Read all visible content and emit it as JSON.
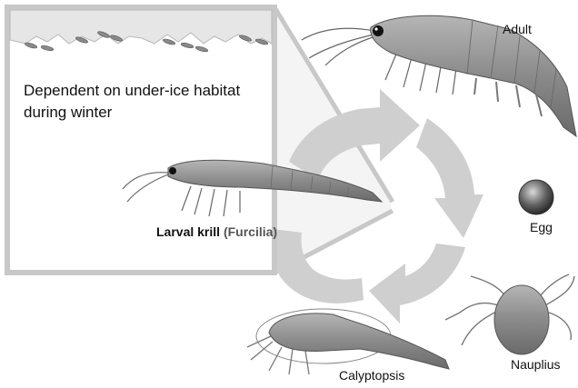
{
  "inset": {
    "caption": "Dependent on under-ice habitat during winter"
  },
  "stages": {
    "adult": "Adult",
    "egg": "Egg",
    "nauplius": "Nauplius",
    "calyptopsis": "Calyptopsis",
    "larval_name": "Larval krill",
    "larval_sub": "(Furcilia)"
  },
  "colors": {
    "cycle_arrows": "#cfcfcf",
    "inset_border": "#c8c8c8",
    "krill_body": "#8c8c8c"
  }
}
